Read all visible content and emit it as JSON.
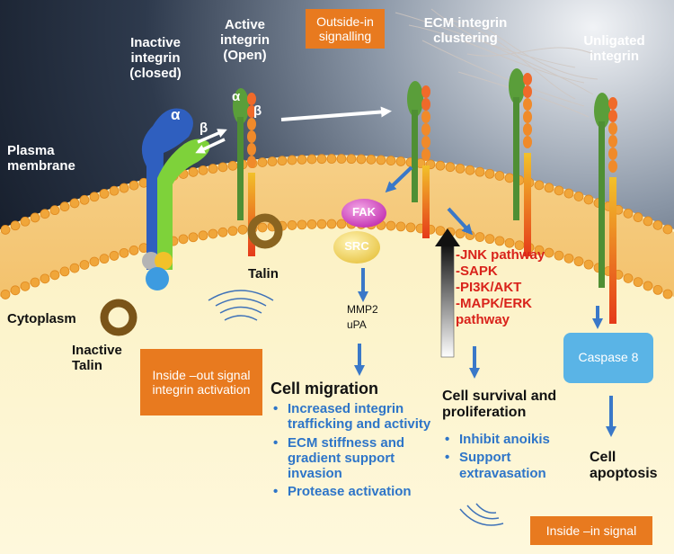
{
  "labels": {
    "inactive_integrin": "Inactive integrin (closed)",
    "active_integrin": "Active integrin (Open)",
    "outside_in": "Outside-in signalling",
    "ecm_clustering": "ECM integrin clustering",
    "unligated": "Unligated integrin",
    "plasma_membrane": "Plasma membrane",
    "cytoplasm": "Cytoplasm",
    "talin": "Talin",
    "inactive_talin": "Inactive Talin",
    "inside_out": "Inside –out signal integrin activation",
    "inside_in": "Inside –in signal",
    "fak": "FAK",
    "src": "SRC",
    "mmp2": "MMP2",
    "upa": "uPA",
    "caspase8": "Caspase 8",
    "alpha": "α",
    "beta": "β"
  },
  "pathways": [
    "-JNK pathway",
    "-SAPK",
    "-PI3K/AKT",
    "-MAPK/ERK",
    "pathway"
  ],
  "migration": {
    "title": "Cell migration",
    "items": [
      "Increased integrin trafficking and activity",
      "ECM stiffness and gradient support invasion",
      "Protease activation"
    ]
  },
  "survival": {
    "title": "Cell survival and proliferation",
    "items": [
      "Inhibit anoikis",
      "Support extravasation"
    ]
  },
  "apoptosis": {
    "title": "Cell apoptosis"
  },
  "colors": {
    "accent_orange": "#e87a1f",
    "pathway_red": "#d9231b",
    "outcome_blue": "#2e75c8",
    "caspase_box": "#5ab4e6"
  }
}
